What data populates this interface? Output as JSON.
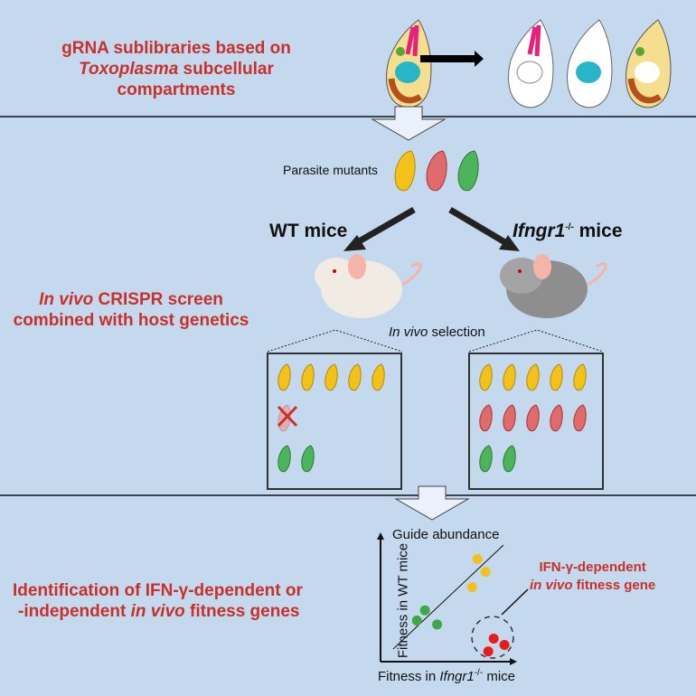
{
  "section1": {
    "title_line1": "gRNA sublibraries based on",
    "title_line2_italic": "Toxoplasma",
    "title_line2_rest": " subcellular compartments",
    "cells": [
      "full-parasite",
      "apical-organelles-subset",
      "nucleus-subset",
      "cytoplasm-subset"
    ]
  },
  "section2": {
    "title_italic": "In vivo",
    "title_rest": " CRISPR screen",
    "title_line2": "combined with  host genetics",
    "mutants_label": "Parasite mutants",
    "wt_label": "WT mice",
    "ko_label_italic": "Ifngr1",
    "ko_label_sup": "-/-",
    "ko_label_rest": " mice",
    "selection_italic": "In vivo",
    "selection_rest": " selection",
    "wt_box": {
      "yellow": 5,
      "red_killed": 1,
      "green": 2
    },
    "ko_box": {
      "yellow": 5,
      "red": 5,
      "green": 2
    }
  },
  "section3": {
    "title_line1": "Identification of IFN-γ-dependent or",
    "title_line2_pre": "-independent ",
    "title_line2_italic": "in vivo",
    "title_line2_rest": " fitness genes",
    "plot_title": "Guide abundance",
    "ylabel": "Fitness in WT mice",
    "xlabel_pre": "Fitness in ",
    "xlabel_italic": "Ifngr1",
    "xlabel_sup": "-/-",
    "xlabel_rest": " mice",
    "callout_line1": "IFN-γ-dependent",
    "callout_italic": "in vivo",
    "callout_rest": " fitness gene"
  },
  "colors": {
    "bg": "#c4d9ee",
    "accent_red": "#c8312b",
    "yellow": "#f2c21b",
    "green": "#3fa845",
    "red_dot": "#e81c1c",
    "parasite_red": "#e06b6b"
  },
  "chart_data": {
    "type": "scatter",
    "title": "Guide abundance",
    "xlabel": "Fitness in Ifngr1-/- mice",
    "ylabel": "Fitness in WT mice",
    "series": [
      {
        "name": "yellow",
        "points": [
          [
            0.72,
            0.8
          ],
          [
            0.78,
            0.7
          ],
          [
            0.68,
            0.58
          ]
        ]
      },
      {
        "name": "green",
        "points": [
          [
            0.33,
            0.4
          ],
          [
            0.27,
            0.32
          ],
          [
            0.42,
            0.29
          ]
        ]
      },
      {
        "name": "red",
        "points": [
          [
            0.84,
            0.18
          ],
          [
            0.92,
            0.13
          ],
          [
            0.8,
            0.08
          ]
        ]
      }
    ]
  }
}
